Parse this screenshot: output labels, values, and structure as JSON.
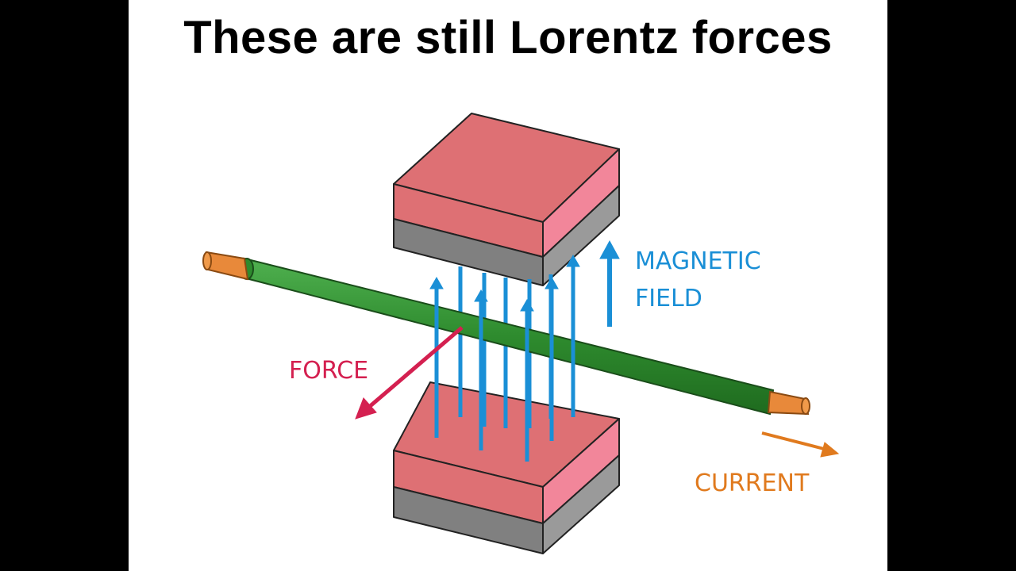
{
  "slide": {
    "title": "These are still Lorentz forces"
  },
  "labels": {
    "magnetic_field_line1": "MAGNETIC",
    "magnetic_field_line2": "FIELD",
    "force": "FORCE",
    "current": "CURRENT"
  },
  "colors": {
    "background": "#000000",
    "slide": "#ffffff",
    "magnet_top_face": "#de7074",
    "magnet_side_face": "#f2869a",
    "magnet_dark": "#808080",
    "wire": "#2e8b2e",
    "wire_tip": "#e8893a",
    "field": "#1a8fd6",
    "force": "#d42050",
    "current": "#e07a1e"
  },
  "icons": {
    "magnetic_field_arrow": "arrow-up-icon",
    "force_arrow": "arrow-down-left-icon",
    "current_arrow": "arrow-right-icon"
  }
}
